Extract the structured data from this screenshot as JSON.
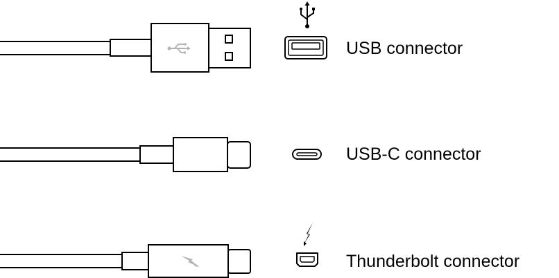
{
  "connectors": [
    {
      "id": "usb",
      "label": "USB connector",
      "symbol": "usb-trident-icon"
    },
    {
      "id": "usb-c",
      "label": "USB-C connector",
      "symbol": ""
    },
    {
      "id": "thunderbolt",
      "label": "Thunderbolt connector",
      "symbol": "thunderbolt-icon"
    }
  ],
  "colors": {
    "stroke": "#000000",
    "logo_gray": "#b3b3b3",
    "background": "#ffffff"
  }
}
